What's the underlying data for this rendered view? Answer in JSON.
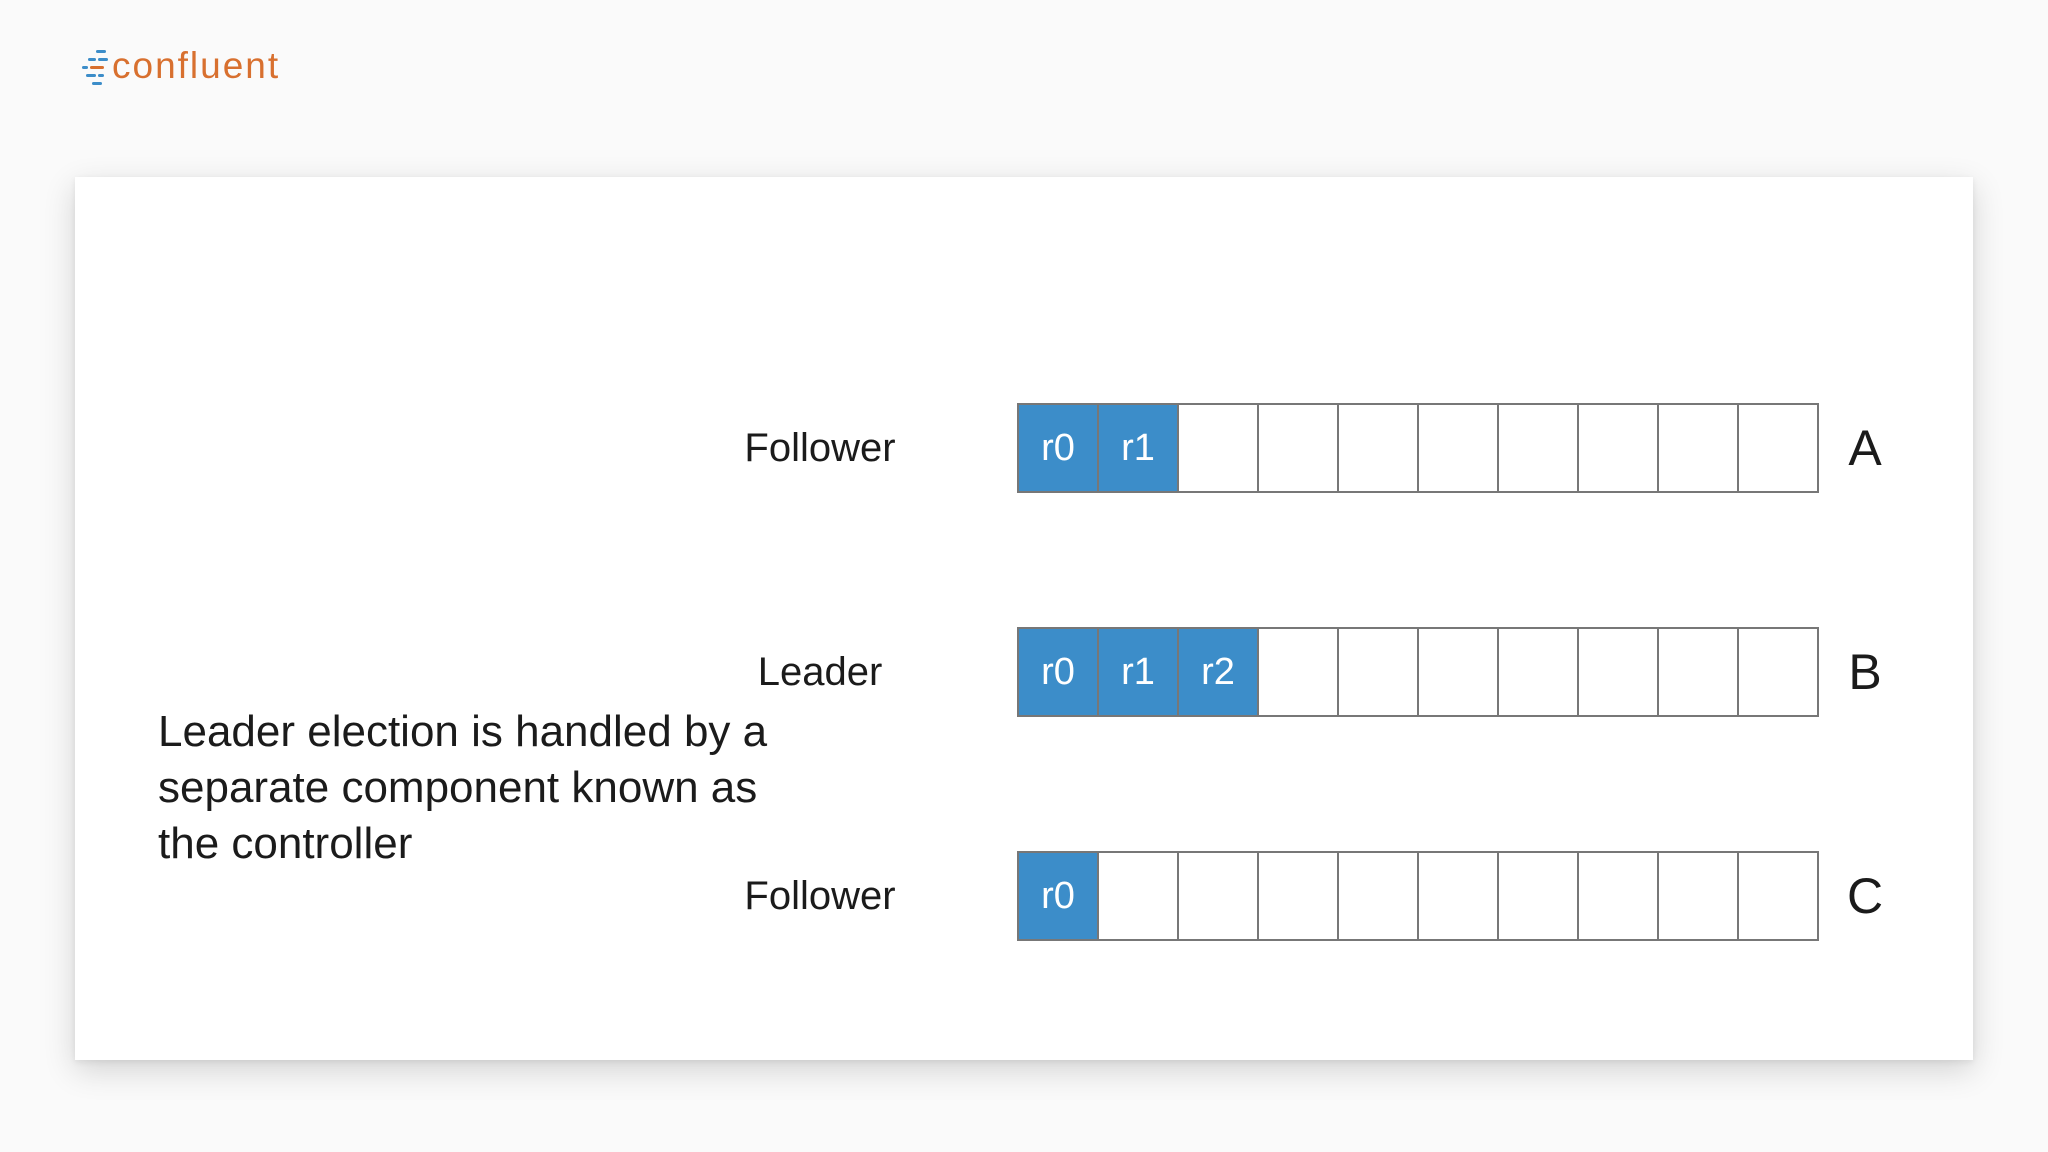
{
  "logo": {
    "text": "confluent"
  },
  "caption": {
    "text": "Leader election is handled by a separate component known as the controller"
  },
  "logs": [
    {
      "role": "Follower",
      "broker": "A",
      "cells": [
        "r0",
        "r1",
        "",
        "",
        "",
        "",
        "",
        "",
        "",
        ""
      ]
    },
    {
      "role": "Leader",
      "broker": "B",
      "cells": [
        "r0",
        "r1",
        "r2",
        "",
        "",
        "",
        "",
        "",
        "",
        ""
      ]
    },
    {
      "role": "Follower",
      "broker": "C",
      "cells": [
        "r0",
        "",
        "",
        "",
        "",
        "",
        "",
        "",
        "",
        ""
      ]
    }
  ],
  "colors": {
    "record_fill": "#3c8dc9",
    "logo_text": "#d8702f",
    "logo_mark_primary": "#3c8dc9",
    "logo_mark_accent": "#d8702f"
  },
  "icons": {
    "logo_mark": "confluent-logo-icon"
  }
}
